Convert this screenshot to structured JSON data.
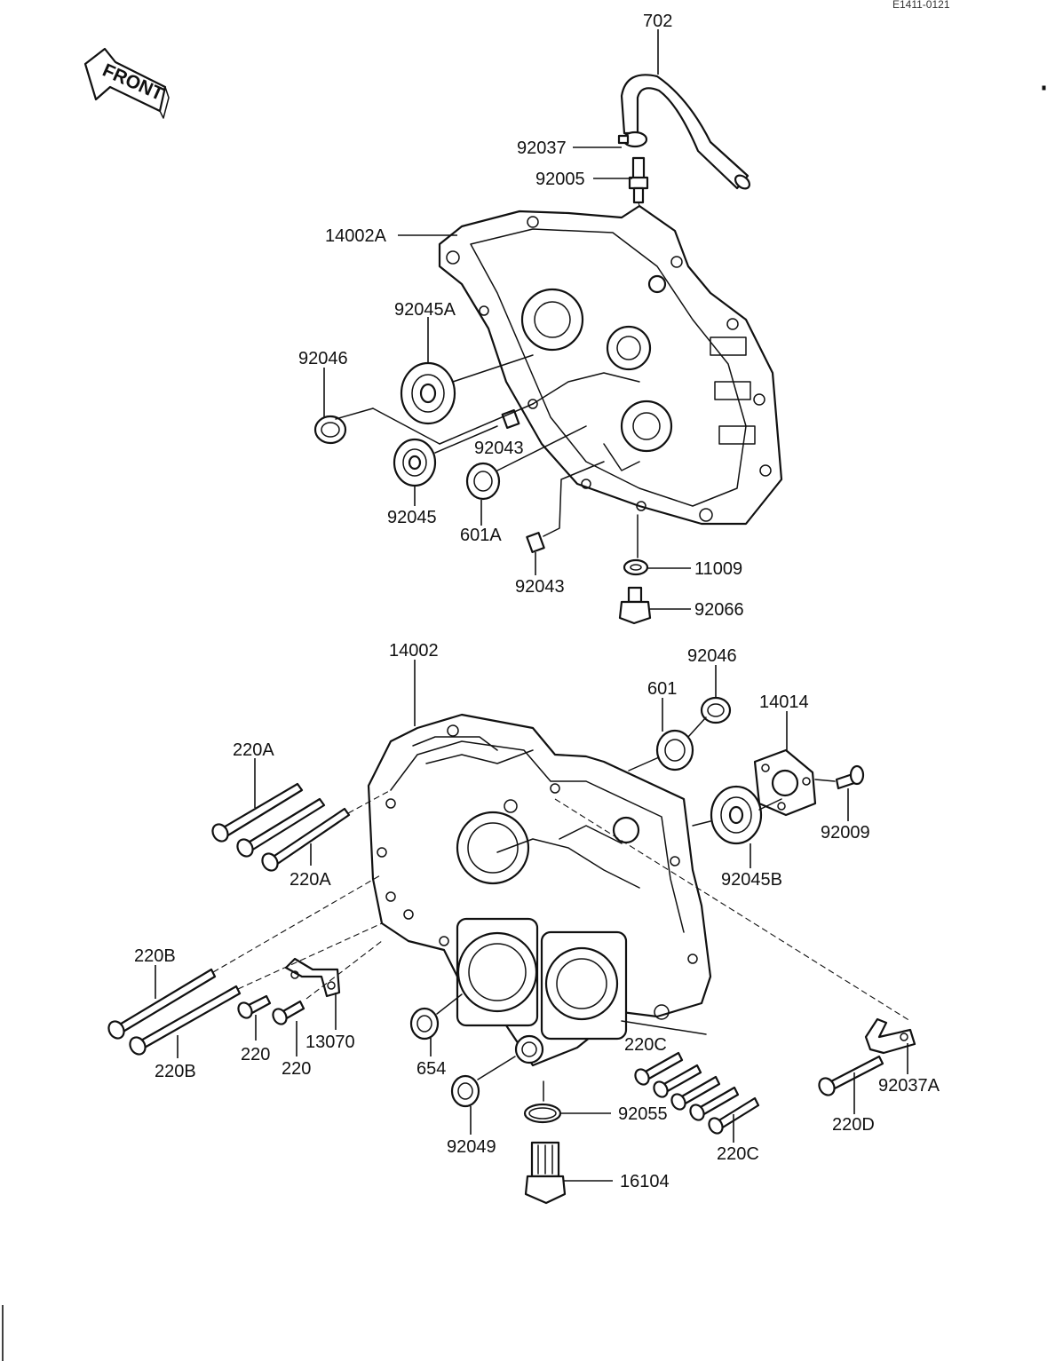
{
  "diagram": {
    "reference_code": "E1411-0121",
    "direction_label": "FRONT",
    "parts": {
      "p702": "702",
      "p92037": "92037",
      "p92005": "92005",
      "p14002A": "14002A",
      "p92045A": "92045A",
      "p92046_upper": "92046",
      "p92043_a": "92043",
      "p92045": "92045",
      "p601A": "601A",
      "p92043_b": "92043",
      "p11009": "11009",
      "p92066": "92066",
      "p14002": "14002",
      "p92046_lower": "92046",
      "p601": "601",
      "p14014": "14014",
      "p220A_top": "220A",
      "p92009": "92009",
      "p220A_bottom": "220A",
      "p92045B": "92045B",
      "p220B_top": "220B",
      "p13070": "13070",
      "p220_a": "220",
      "p220_b": "220",
      "p220B_bottom": "220B",
      "p654": "654",
      "p220C_top": "220C",
      "p92037A": "92037A",
      "p92049": "92049",
      "p92055": "92055",
      "p220D": "220D",
      "p220C_bottom": "220C",
      "p16104": "16104"
    }
  }
}
